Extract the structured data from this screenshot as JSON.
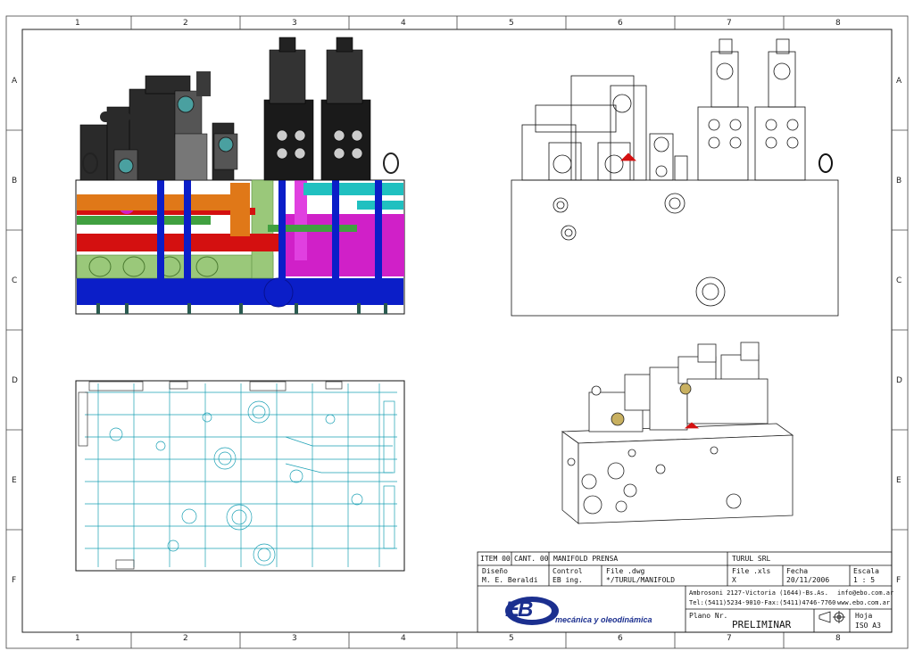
{
  "sheet": {
    "columns": [
      "1",
      "2",
      "3",
      "4",
      "5",
      "6",
      "7",
      "8"
    ],
    "rows": [
      "A",
      "B",
      "C",
      "D",
      "E",
      "F"
    ]
  },
  "views": {
    "front_color": "manifold-front-color-view",
    "front_line": "manifold-front-line-view",
    "top_line": "manifold-top-cyan-view",
    "iso": "manifold-isometric-view"
  },
  "title_block": {
    "item_label": "ITEM 00",
    "cant_label": "CANT. 00",
    "title": "MANIFOLD PRENSA",
    "client": "TURUL SRL",
    "diseno_label": "Diseño",
    "diseno_value": "M. E. Beraldi",
    "control_label": "Control",
    "control_value": "EB ing.",
    "file_dwg_label": "File .dwg",
    "file_dwg_value": "*/TURUL/MANIFOLD",
    "file_xls_label": "File .xls",
    "file_xls_value": "X",
    "fecha_label": "Fecha",
    "fecha_value": "20/11/2006",
    "escala_label": "Escala",
    "escala_value": "1 : 5",
    "address": "Ambrosoni 2127-Victoria (1644)-Bs.As.",
    "phone": "Tel:(5411)5234-9010-Fax:(5411)4746-7760",
    "email": "info@ebo.com.ar",
    "web": "www.ebo.com.ar",
    "plano_label": "Plano Nr.",
    "plano_value": "PRELIMINAR",
    "hoja_label": "Hoja",
    "hoja_value": "ISO A3",
    "logo_letters": "EB",
    "logo_tagline": "mecánica y oleodinámica"
  },
  "colors": {
    "blue": "#0b1ec8",
    "red": "#d41010",
    "green": "#9ac87a",
    "magenta": "#d020c8",
    "cyan": "#20c0c0",
    "orange": "#e07818",
    "dark": "#2a2a2a",
    "teal_line": "#1aa0b4",
    "logo_blue": "#1b2f8f"
  }
}
